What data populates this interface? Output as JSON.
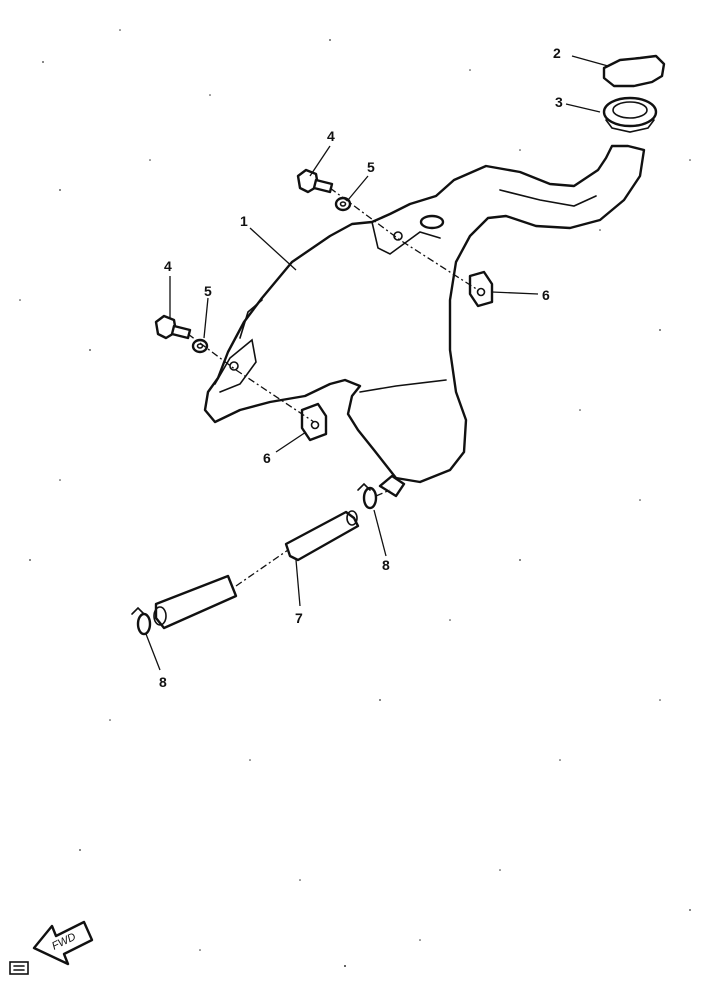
{
  "diagram": {
    "callouts": [
      {
        "id": "c1",
        "label": "1"
      },
      {
        "id": "c2",
        "label": "2"
      },
      {
        "id": "c3",
        "label": "3"
      },
      {
        "id": "c4a",
        "label": "4"
      },
      {
        "id": "c4b",
        "label": "4"
      },
      {
        "id": "c5a",
        "label": "5"
      },
      {
        "id": "c5b",
        "label": "5"
      },
      {
        "id": "c6a",
        "label": "6"
      },
      {
        "id": "c6b",
        "label": "6"
      },
      {
        "id": "c7",
        "label": "7"
      },
      {
        "id": "c8a",
        "label": "8"
      },
      {
        "id": "c8b",
        "label": "8"
      }
    ],
    "direction_arrow": {
      "label": "FWD",
      "icon": "forward-arrow-icon"
    }
  }
}
